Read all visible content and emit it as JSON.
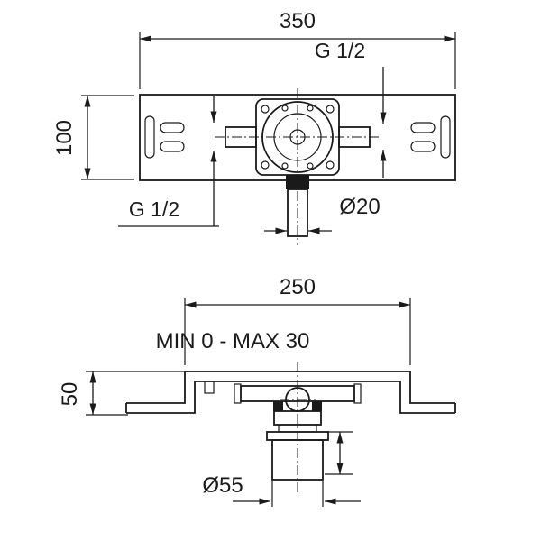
{
  "drawing": {
    "colors": {
      "line": "#1a1a1a",
      "background": "#ffffff"
    },
    "front_view": {
      "width": "350",
      "height": "100",
      "thread_right": "G 1/2",
      "thread_left": "G 1/2",
      "pipe_diameter": "Ø20"
    },
    "side_view": {
      "plate_width": "250",
      "depth_range": "MIN 0 - MAX 30",
      "height": "50",
      "cylinder_diameter": "Ø55"
    }
  }
}
